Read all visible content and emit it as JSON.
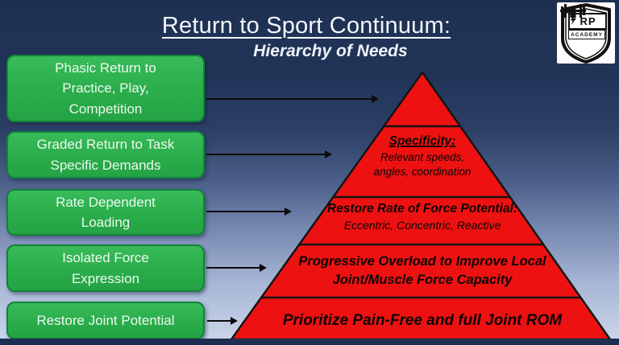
{
  "slide": {
    "title": "Return to Sport Continuum:",
    "subtitle": "Hierarchy of Needs"
  },
  "logo": {
    "brand_left": "R",
    "brand_right": "P",
    "academy": "ACADEMY"
  },
  "left_boxes": [
    {
      "label": "Phasic Return to\nPractice, Play,\nCompetition"
    },
    {
      "label": "Graded Return to Task\nSpecific Demands"
    },
    {
      "label": "Rate Dependent\nLoading"
    },
    {
      "label": "Isolated Force\nExpression"
    },
    {
      "label": "Restore Joint Potential"
    }
  ],
  "pyramid": {
    "levels": [
      {
        "heading": "",
        "detail": ""
      },
      {
        "heading": "Specificity:",
        "detail": "Relevant speeds,\nangles, coordination"
      },
      {
        "heading": "Restore Rate of Force Potential:",
        "detail": "Eccentric, Concentric, Reactive"
      },
      {
        "heading": "Progressive Overload to Improve Local\nJoint/Muscle Force Capacity",
        "detail": ""
      },
      {
        "heading": "Prioritize Pain-Free and full Joint ROM",
        "detail": ""
      }
    ]
  },
  "colors": {
    "background_top": "#1e3052",
    "background_bottom": "#c9d4e9",
    "box_green": "#2cb04c",
    "box_green_border": "#13813a",
    "pyramid_red": "#ee1111",
    "navy_bar": "#1c2f52",
    "text_light": "#f2f5fa",
    "text_dark": "#0c0505"
  }
}
